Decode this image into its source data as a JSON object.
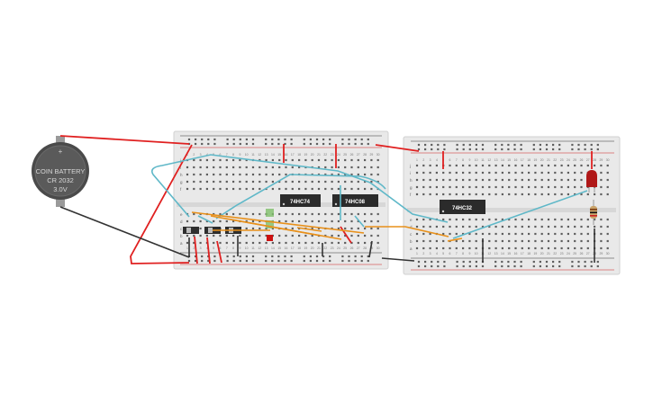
{
  "battery": {
    "lines": [
      "COIN BATTERY",
      "CR 2032",
      "3.0V"
    ],
    "terminal_positive": "+",
    "terminal_negative": "-"
  },
  "breadboard_left": {
    "row_letters_top": [
      "j",
      "i",
      "h",
      "g",
      "f"
    ],
    "row_letters_bottom": [
      "e",
      "d",
      "c",
      "b",
      "a"
    ],
    "column_numbers": [
      "1",
      "2",
      "3",
      "4",
      "5",
      "6",
      "7",
      "8",
      "9",
      "10",
      "11",
      "12",
      "13",
      "14",
      "15",
      "16",
      "17",
      "18",
      "19",
      "20",
      "21",
      "22",
      "23",
      "24",
      "25",
      "26",
      "27",
      "28",
      "29",
      "30"
    ]
  },
  "breadboard_right": {
    "row_letters_top": [
      "j",
      "i",
      "h",
      "g",
      "f"
    ],
    "row_letters_bottom": [
      "e",
      "d",
      "c",
      "b",
      "a"
    ],
    "column_numbers": [
      "1",
      "2",
      "3",
      "4",
      "5",
      "6",
      "7",
      "8",
      "9",
      "10",
      "11",
      "12",
      "13",
      "14",
      "15",
      "16",
      "17",
      "18",
      "19",
      "20",
      "21",
      "22",
      "23",
      "24",
      "25",
      "26",
      "27",
      "28",
      "29",
      "30"
    ]
  },
  "chips": {
    "chip1": "74HC74",
    "chip2": "74HC08",
    "chip3": "74HC32"
  },
  "colors": {
    "power_wire": "#e02020",
    "ground_wire": "#333333",
    "signal_wire_blue": "#5fb8c8",
    "signal_wire_orange": "#e8901a",
    "board": "#ebebeb",
    "chip": "#2b2b2b",
    "led": "#b01818"
  }
}
